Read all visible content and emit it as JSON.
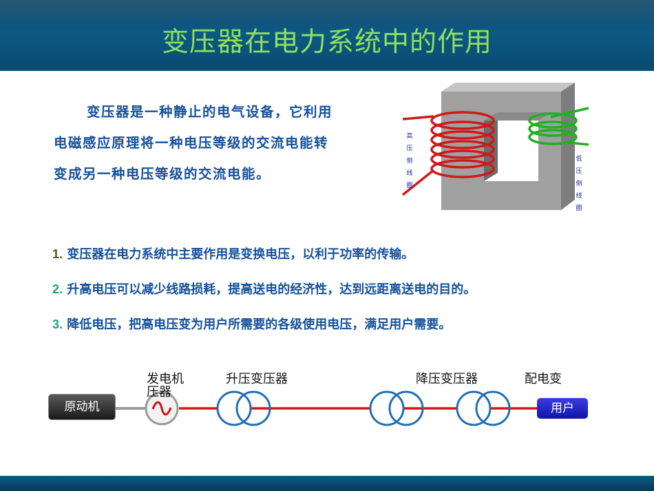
{
  "title": "变压器在电力系统中的作用",
  "intro": "变压器是一种静止的电气设备，它利用电磁感应原理将一种电压等级的交流电能转变成另一种电压等级的交流电能。",
  "figure": {
    "left_coil_label": [
      "高",
      "压",
      "侧",
      "线",
      "圈"
    ],
    "right_coil_label": [
      "低",
      "压",
      "侧",
      "线",
      "圈"
    ],
    "colors": {
      "core": "#9a9a9a",
      "left_coil": "#d01818",
      "right_coil": "#22b022"
    }
  },
  "points": [
    {
      "num": "1.",
      "text": " 变压器在电力系统中主要作用是变换电压，以利于功率的传输。"
    },
    {
      "num": "2.",
      "text": " 升高电压可以减少线路损耗，提高送电的经济性，达到远距离送电的目的。"
    },
    {
      "num": "3.",
      "text": " 降低电压，把高电压变为用户所需要的各级使用电压，满足用户需要。"
    }
  ],
  "diagram": {
    "prime_mover": "原动机",
    "generator_label_1": "发电机",
    "generator_label_2": "压器",
    "step_up": "升压变压器",
    "step_down": "降压变压器",
    "distribution": "配电变",
    "user": "用户",
    "colors": {
      "line": "#e01010",
      "transformer": "#1f6fb5",
      "user_box": "#1b22c8"
    }
  }
}
